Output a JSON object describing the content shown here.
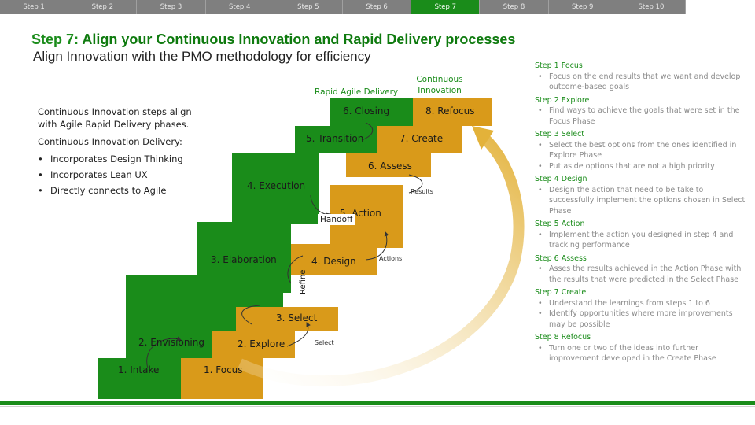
{
  "step_tabs": [
    "Step 1",
    "Step 2",
    "Step 3",
    "Step 4",
    "Step 5",
    "Step 6",
    "Step 7",
    "Step 8",
    "Step 9",
    "Step 10"
  ],
  "active_tab_index": 6,
  "title": {
    "prefix": "Step 7:",
    "text": " Align your Continuous Innovation and Rapid Delivery processes"
  },
  "subtitle": "Align Innovation with the PMO methodology for efficiency",
  "intro": {
    "p1": "Continuous Innovation steps align with Agile Rapid Delivery phases.",
    "p2": "Continuous Innovation Delivery:",
    "bullets": [
      "Incorporates Design Thinking",
      "Incorporates Lean UX",
      "Directly connects to Agile"
    ]
  },
  "diagram": {
    "header_rapid": "Rapid Agile Delivery",
    "header_innovation": "Continuous Innovation",
    "green_steps": [
      "1. Intake",
      "2. Envisioning",
      "3. Elaboration",
      "4. Execution",
      "5. Transition",
      "6. Closing"
    ],
    "yellow_steps": [
      "1. Focus",
      "2. Explore",
      "3. Select",
      "4. Design",
      "5. Action",
      "6. Assess",
      "7. Create",
      "8. Refocus"
    ],
    "connectors": {
      "select": "Select",
      "refine": "Refine",
      "actions": "Actions",
      "handoff": "Handoff",
      "results": "Results"
    }
  },
  "steps_detail": [
    {
      "heading": "Step 1 Focus",
      "bullets": [
        "Focus on the end results that we want and develop outcome-based goals"
      ]
    },
    {
      "heading": "Step 2 Explore",
      "bullets": [
        "Find ways to achieve the goals that were set in the Focus Phase"
      ]
    },
    {
      "heading": "Step 3 Select",
      "bullets": [
        "Select the best options from the ones identified in Explore Phase",
        "Put aside options that are not a high priority"
      ]
    },
    {
      "heading": "Step 4 Design",
      "bullets": [
        "Design the action that need to be take to successfully implement the options chosen in Select Phase"
      ]
    },
    {
      "heading": "Step 5 Action",
      "bullets": [
        "Implement the action you designed in step 4 and tracking performance"
      ]
    },
    {
      "heading": "Step 6 Assess",
      "bullets": [
        "Asses the results achieved in the Action Phase with the results that were predicted in the Select Phase"
      ]
    },
    {
      "heading": "Step 7 Create",
      "bullets": [
        "Understand the learnings from steps 1 to 6",
        "Identify opportunities where more improvements may be possible"
      ]
    },
    {
      "heading": "Step 8 Refocus",
      "bullets": [
        "Turn one or two of the ideas into further improvement developed in the Create Phase"
      ]
    }
  ],
  "colors": {
    "green": "#1a8c1a",
    "yellow": "#d99a1a",
    "gray_tab": "#7f7f7f"
  }
}
